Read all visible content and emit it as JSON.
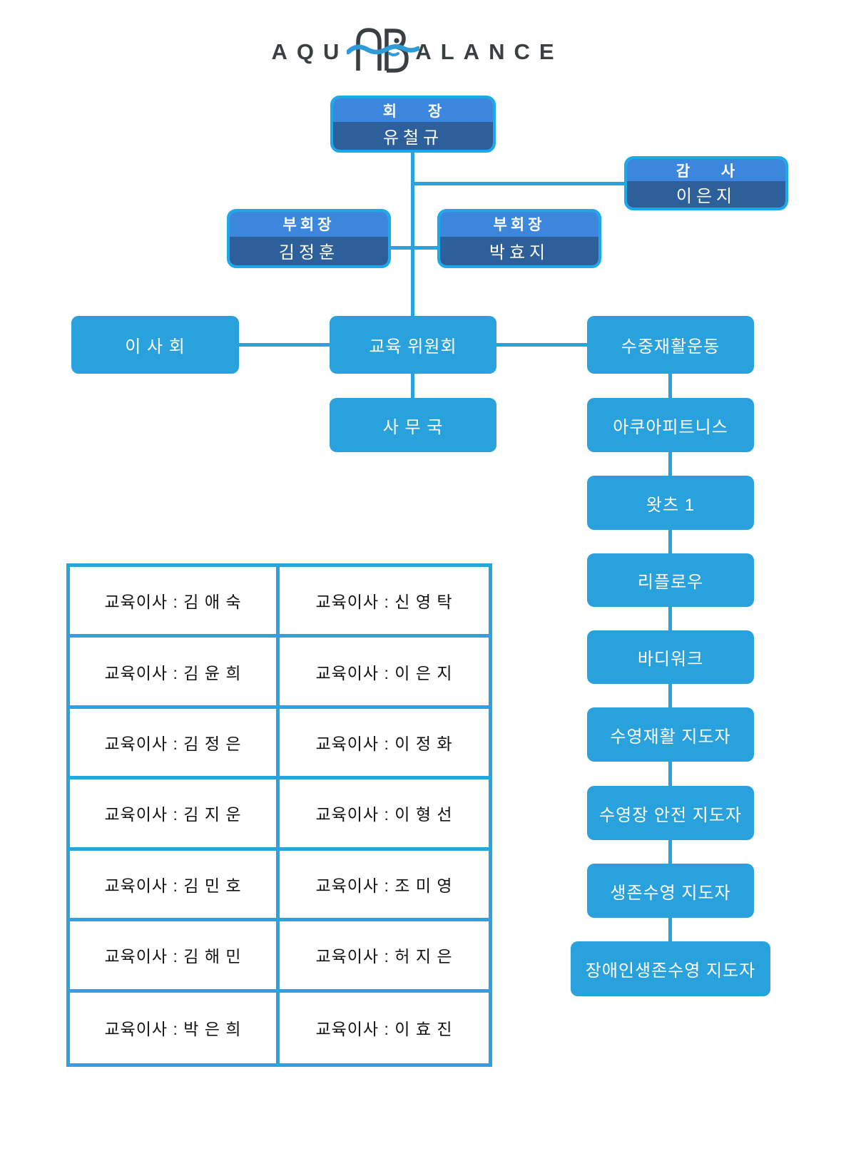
{
  "logo": {
    "left": "AQU",
    "right": "ALANCE",
    "icon": "swan-ab-monogram"
  },
  "colors": {
    "flat_box_blue": "#29a1dd",
    "line_blue": "#2aa2df",
    "title_blue": "#3c86dd",
    "name_navy": "#2d5f9b",
    "border_cyan": "#1ca9e9",
    "table_border_blue": "#2ba3df",
    "logo_dark": "#3a3f42",
    "logo_wave_blue": "#2f9bd8"
  },
  "org": {
    "chairman": {
      "title": "회 장",
      "name": "유철규"
    },
    "auditor": {
      "title": "감 사",
      "name": "이은지"
    },
    "vice1": {
      "title": "부회장",
      "name": "김정훈"
    },
    "vice2": {
      "title": "부회장",
      "name": "박효지"
    },
    "board": "이 사 회",
    "education_committee": "교육 위원회",
    "aquatic_rehab": "수중재활운동",
    "secretariat": "사 무 국",
    "programs": [
      "아쿠아피트니스",
      "왓츠 1",
      "리플로우",
      "바디워크",
      "수영재활 지도자",
      "수영장 안전 지도자",
      "생존수영 지도자",
      "장애인생존수영 지도자"
    ]
  },
  "directors_table": {
    "rows": [
      [
        "교육이사 : 김 애 숙",
        "교육이사 : 신 영 탁"
      ],
      [
        "교육이사 : 김 윤 희",
        "교육이사 : 이 은 지"
      ],
      [
        "교육이사 : 김 정 은",
        "교육이사 : 이 정 화"
      ],
      [
        "교육이사 : 김 지 운",
        "교육이사 : 이 형 선"
      ],
      [
        "교육이사 : 김 민 호",
        "교육이사 : 조 미 영"
      ],
      [
        "교육이사 : 김 해 민",
        "교육이사 : 허 지 은"
      ],
      [
        "교육이사 : 박 은 희",
        "교육이사 : 이 효 진"
      ]
    ]
  }
}
